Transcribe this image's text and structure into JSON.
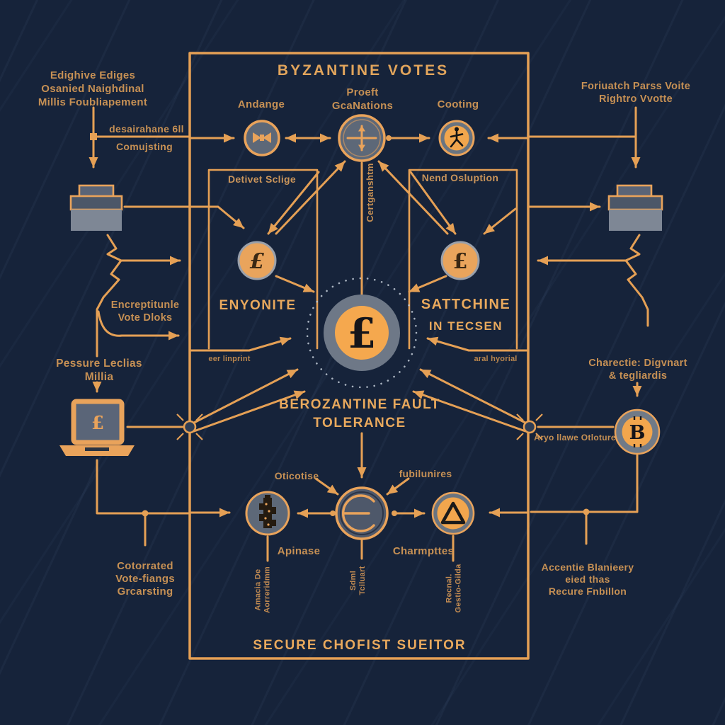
{
  "header": {
    "title": "BYZANTINE VOTES",
    "top_left_lines": [
      "Edighive Ediges",
      "Osanied Naighdinal",
      "Millis Foubliapement"
    ],
    "desairahane": "desairahane 6ll",
    "comujsting": "Comujsting",
    "top_right_lines": [
      "Foriuatch Parss Voite",
      "Rightro Vvotte"
    ]
  },
  "top_row": {
    "node_a_label": "Andange",
    "node_b_label": [
      "Proeft",
      "GcaNations"
    ],
    "node_c_label": "Cooting"
  },
  "mid": {
    "left_box_label": "Detivet Sclige",
    "right_box_label": "Nend Osluption",
    "vertical_label": "Certganshtm",
    "left_title": "ENYONITE",
    "right_title1": "SATTCHINE",
    "right_title2": "IN TECSEN",
    "center_caption1": "BEROZANTINE FAULT",
    "center_caption2": "TOLERANCE",
    "small_left": "eer linprint",
    "small_right": "aral hyorial"
  },
  "left_side": {
    "encrypt_lines": [
      "Encreptitunle",
      "Vote Dloks"
    ],
    "pessure_lines": [
      "Pessure Leclias",
      "Millia"
    ],
    "bottom_lines": [
      "Cotorrated",
      "Vote-fiangs",
      "Grcarsting"
    ]
  },
  "right_side": {
    "charectie_lines": [
      "Charectie: Digvnart",
      "& tegliardis"
    ],
    "aryo_label": "Aryo llawe Otloture",
    "bottom_lines": [
      "Accentie Blanieery",
      "eied thas",
      "Recure Fnbillon"
    ]
  },
  "bottom_row": {
    "oticotise_label": "Oticotise",
    "fubilunires_label": "fubilunires",
    "apinase_label": "Apinase",
    "charmpttes_label": "Charmpttes",
    "vertical_left_lines": [
      "Amacia De",
      "Aorreridmm"
    ],
    "vertical_center_lines": [
      "Sdml",
      "Tciluart"
    ],
    "vertical_right_lines": [
      "Recnal.",
      "Gestio-Gilda"
    ],
    "footer": "SECURE CHOFIST SUEITOR"
  },
  "glyphs": {
    "center_pound": "£",
    "left_coin": "£",
    "right_coin": "£",
    "laptop_screen": "£",
    "bitcoin": "B"
  },
  "colors": {
    "background": "#16233A",
    "line": "#E5A055",
    "heading": "#E9A95D",
    "body_text": "#C69054",
    "node_gray": "#5D6878",
    "ring_gray": "#6E7887",
    "orange_fill": "#F2A64D"
  }
}
